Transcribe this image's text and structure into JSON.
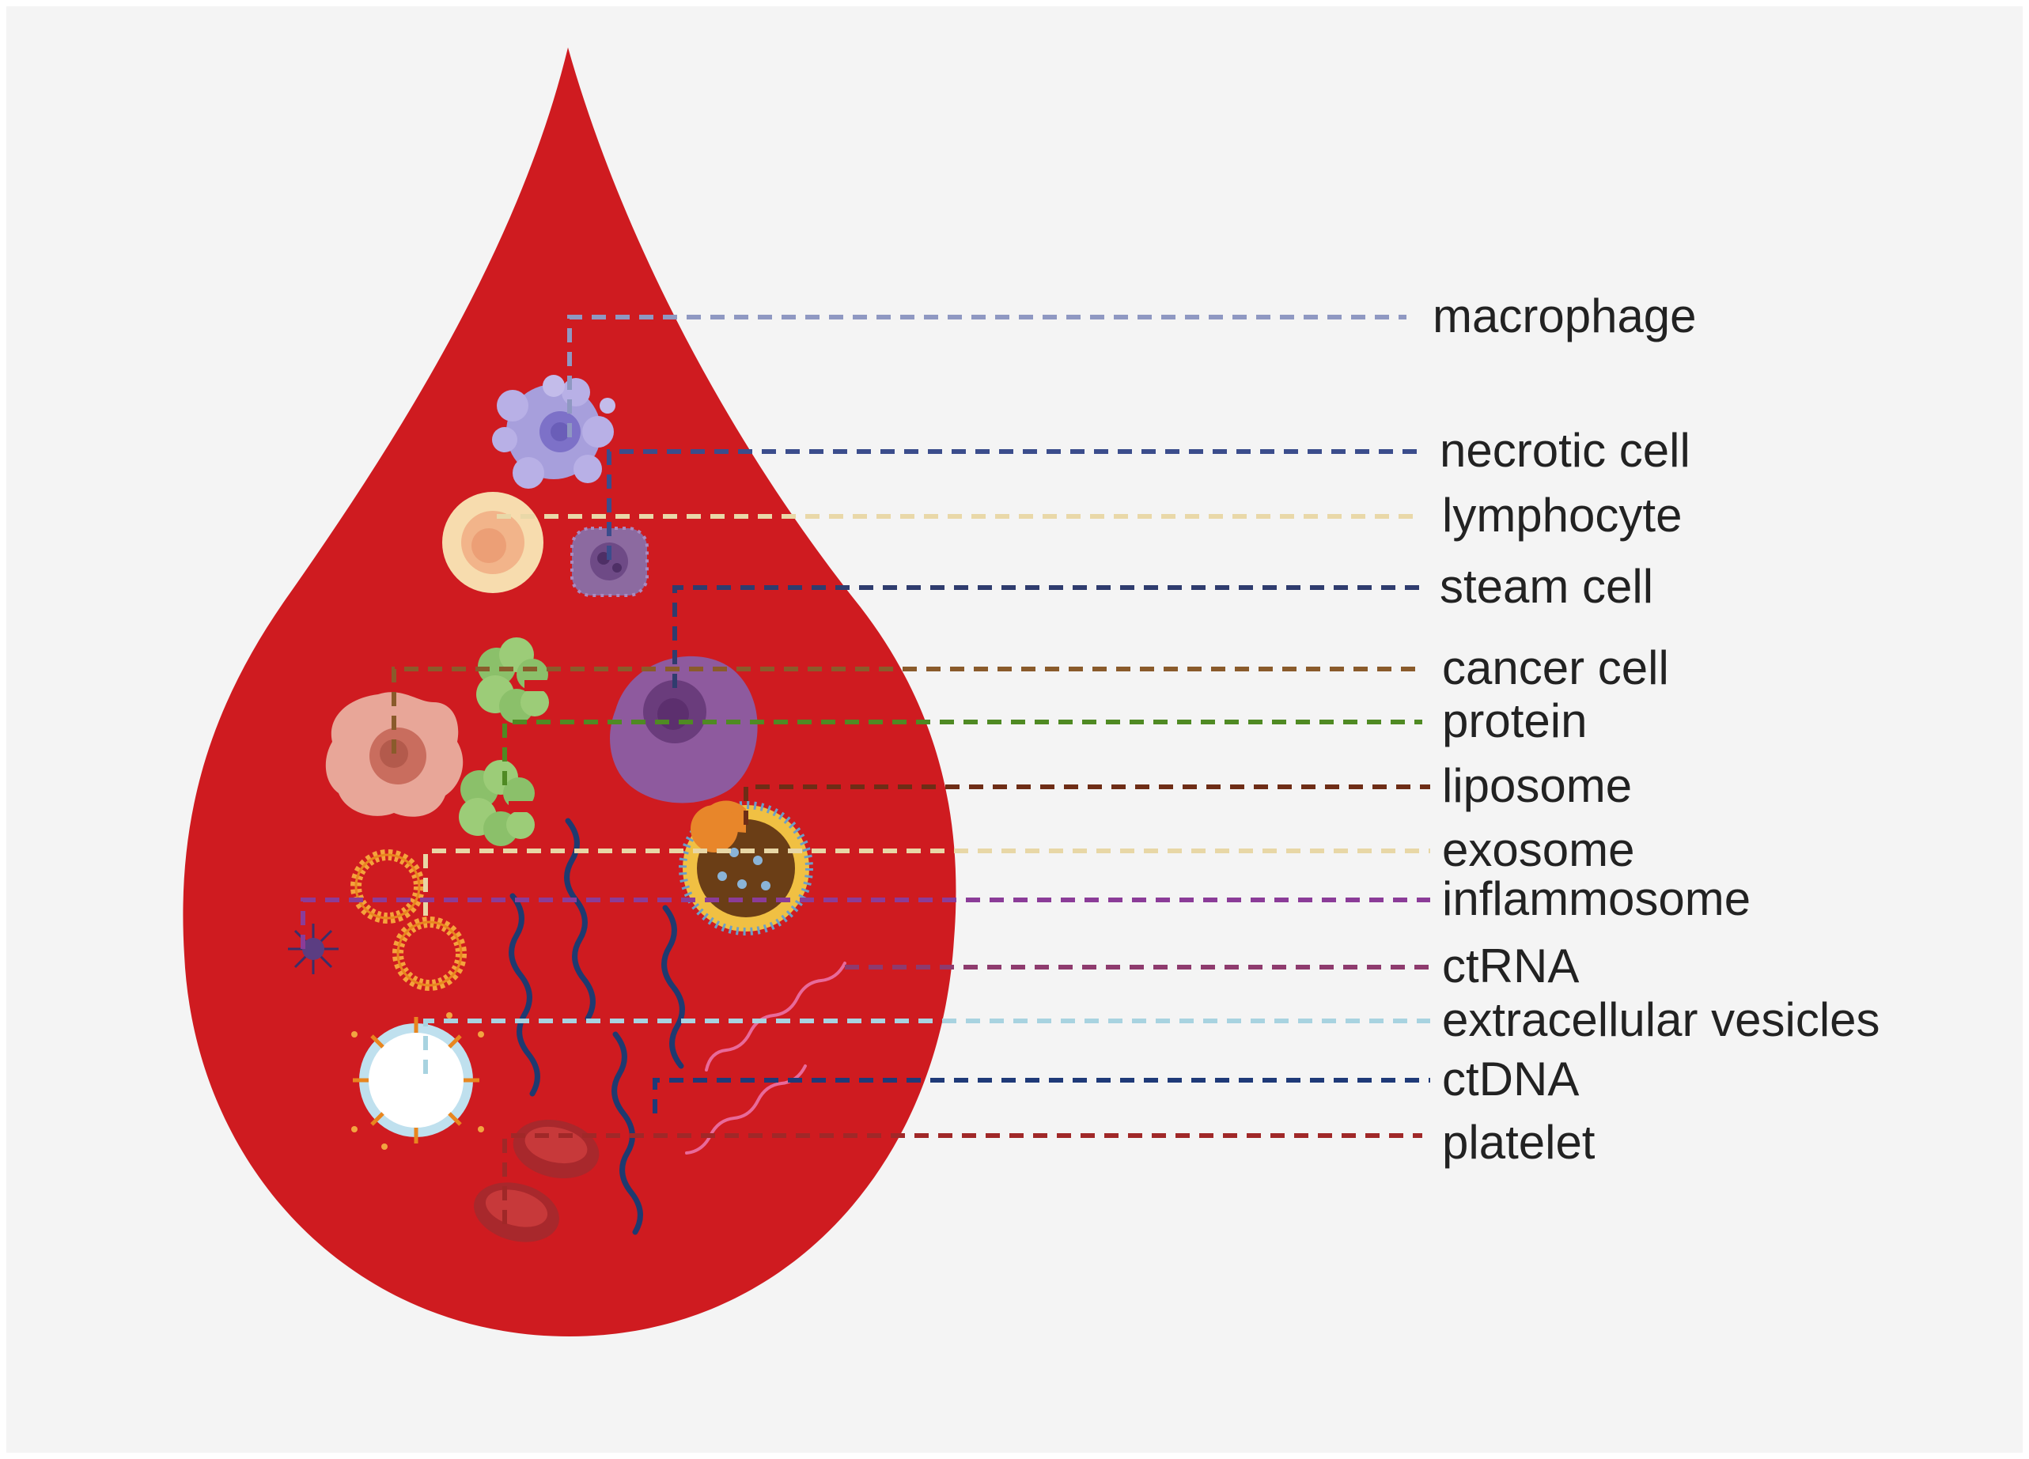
{
  "labels": {
    "macrophage": "macrophage",
    "necrotic_cell": "necrotic cell",
    "lymphocyte": "lymphocyte",
    "stem_cell": "steam cell",
    "cancer_cell": "cancer cell",
    "protein": "protein",
    "liposome": "liposome",
    "exosome": "exosome",
    "inflammosome": "inflammosome",
    "ctrna": "ctRNA",
    "extracellular_vesicles": "extracellular vesicles",
    "ctdna": "ctDNA",
    "platelet": "platelet"
  },
  "colors": {
    "background": "#f4f4f4",
    "blood_drop": "#cf1b20",
    "macrophage": "#8f98c2",
    "necrotic_cell": "#3b4d8c",
    "lymphocyte": "#e9d8a8",
    "stem_cell": "#2f3c6e",
    "cancer_cell": "#8a5b2b",
    "protein": "#4f8a23",
    "liposome": "#6e2d16",
    "exosome": "#e8d7a6",
    "inflammosome": "#8b3c98",
    "ctrna": "#8e3b6e",
    "extracellular_vesicles": "#a8d3e0",
    "ctdna": "#1f3a78",
    "platelet": "#a02828"
  }
}
